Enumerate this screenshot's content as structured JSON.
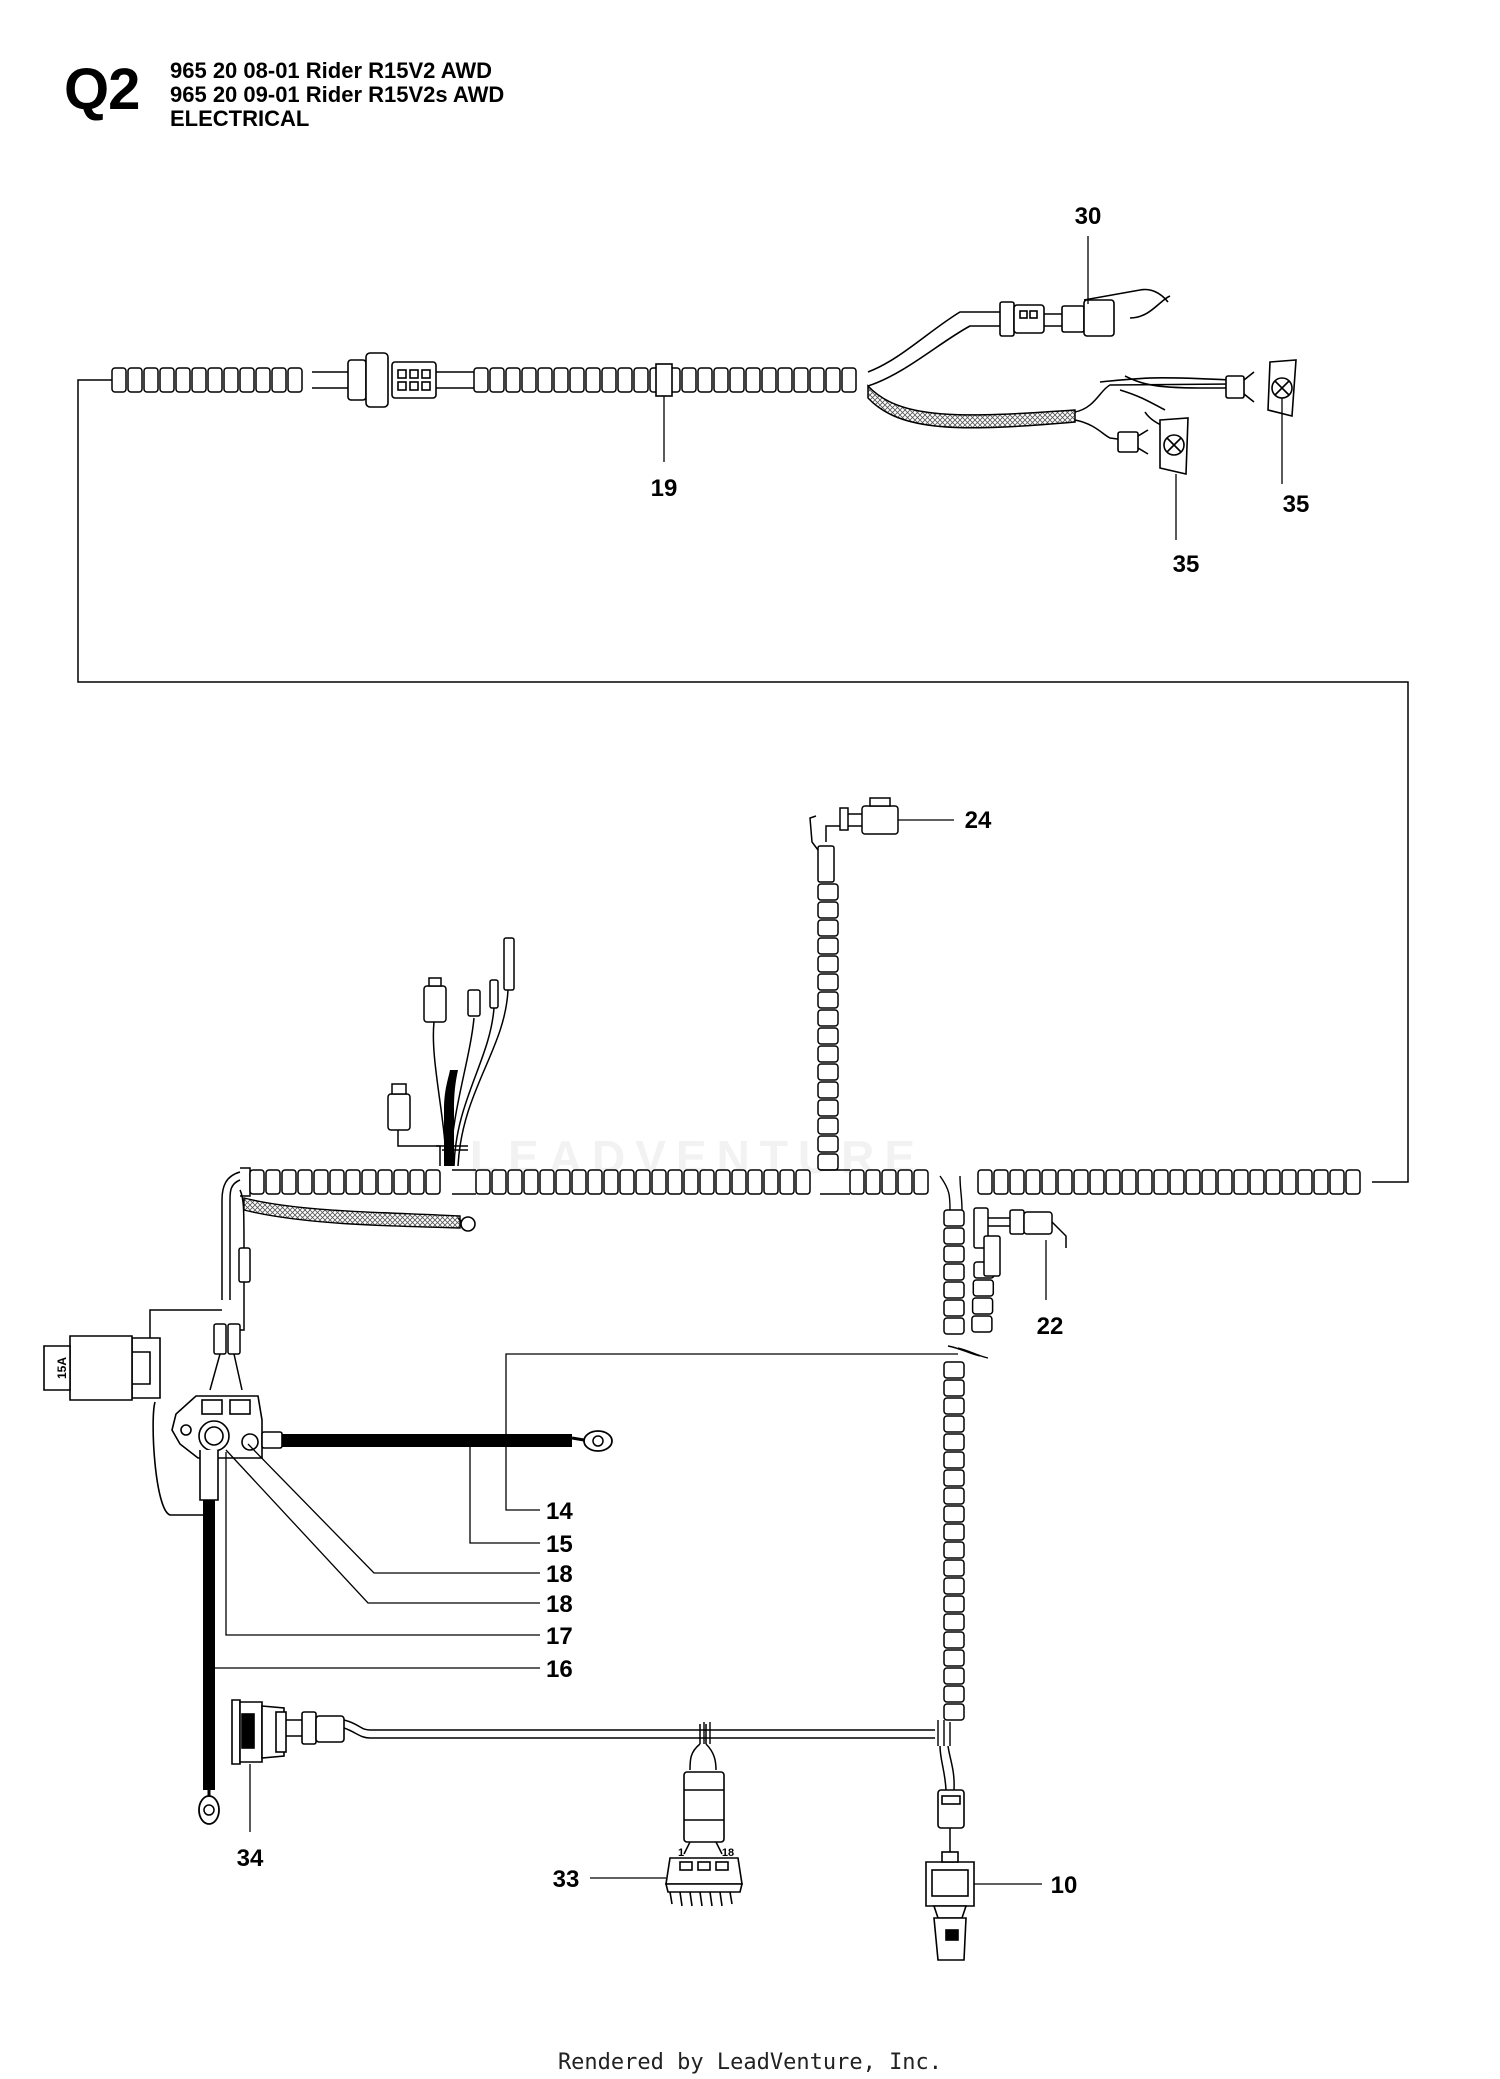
{
  "header": {
    "code": "Q2",
    "line1": "965 20 08-01 Rider R15V2 AWD",
    "line2": "965 20 09-01 Rider R15V2s AWD",
    "line3": "ELECTRICAL"
  },
  "fuse_label": "15A",
  "switch_marks": [
    "1",
    "18"
  ],
  "watermark": "LEADVENTURE",
  "callouts": [
    "30",
    "19",
    "35",
    "35",
    "24",
    "22",
    "14",
    "15",
    "18",
    "18",
    "17",
    "16",
    "34",
    "33",
    "10"
  ],
  "footer": "Rendered by LeadVenture, Inc.",
  "colors": {
    "line": "#000000",
    "harness": "#ffffff",
    "watermark": "#f2f2f2"
  }
}
